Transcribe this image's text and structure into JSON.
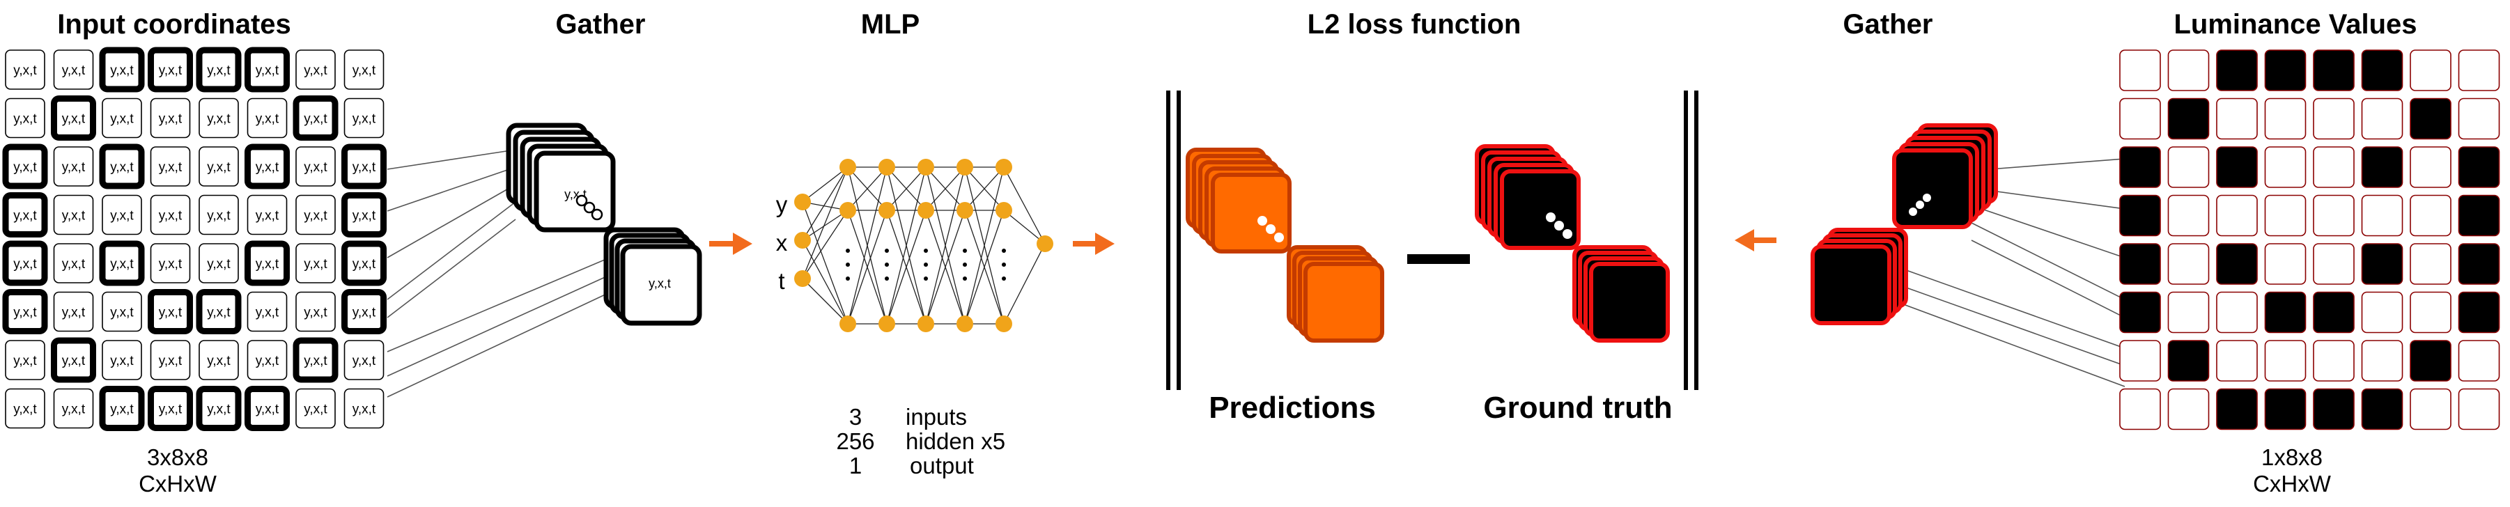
{
  "titles": {
    "input": "Input coordinates",
    "gather_left": "Gather",
    "mlp": "MLP",
    "loss": "L2 loss function",
    "gather_right": "Gather",
    "luminance": "Luminance Values"
  },
  "input_grid": {
    "cell_text": "y,x,t",
    "dims": "3x8x8",
    "layout": "CxHxW",
    "bold_mask": [
      "00111100",
      "01000010",
      "10100101",
      "10000001",
      "10100101",
      "10011001",
      "01000010",
      "00111100"
    ]
  },
  "lum_grid": {
    "dims": "1x8x8",
    "layout": "CxHxW",
    "black_mask": [
      "00111100",
      "01000010",
      "10100101",
      "10000001",
      "10100101",
      "10011001",
      "01000010",
      "00111100"
    ],
    "colors": {
      "on": "#000000",
      "off": "#ffffff",
      "border": "#8a0000"
    }
  },
  "gather_left": {
    "cell_text": "y,x,t",
    "overlay_text": "y,x,t"
  },
  "mlp": {
    "inputs": [
      "y",
      "x",
      "t"
    ],
    "stats": [
      {
        "count": "3",
        "desc": "inputs"
      },
      {
        "count": "256",
        "desc": "hidden x5"
      },
      {
        "count": "1",
        "desc": "output"
      }
    ],
    "node_color": "#f0a41a"
  },
  "loss": {
    "predictions": "Predictions",
    "ground_truth": "Ground truth",
    "pred_color": "#ff6a00",
    "pred_edge": "#c43b00",
    "gt_edge": "#ee1111"
  },
  "arrow_color": "#f26b1d"
}
